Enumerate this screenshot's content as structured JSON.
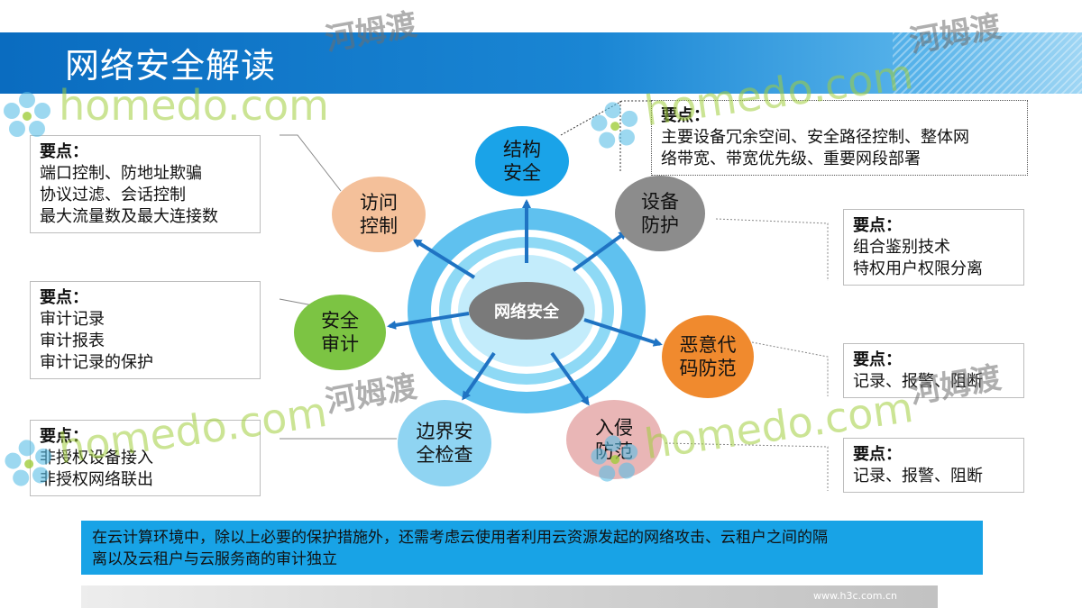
{
  "title": "网络安全解读",
  "center": {
    "label": "网络安全"
  },
  "nodes": {
    "structure": {
      "l1": "结构",
      "l2": "安全",
      "color": "#1aa3e8"
    },
    "device": {
      "l1": "设备",
      "l2": "防护",
      "color": "#8c8c8c"
    },
    "access": {
      "l1": "访问",
      "l2": "控制",
      "color": "#f4c09a"
    },
    "audit": {
      "l1": "安全",
      "l2": "审计",
      "color": "#7cc443"
    },
    "malware": {
      "l1": "恶意代",
      "l2": "码防范",
      "color": "#f08a2e"
    },
    "intrusion": {
      "l1": "入侵",
      "l2": "防范",
      "color": "#e9b6b6"
    },
    "boundary": {
      "l1": "边界安",
      "l2": "全检查",
      "color": "#8fd4f2"
    }
  },
  "notes": {
    "access": {
      "head": "要点：",
      "lines": [
        "端口控制、防地址欺骗",
        "协议过滤、会话控制",
        "最大流量数及最大连接数"
      ]
    },
    "structure": {
      "head": "要点：",
      "lines": [
        "主要设备冗余空间、安全路径控制、整体网",
        "络带宽、带宽优先级、重要网段部署"
      ]
    },
    "device": {
      "head": "要点：",
      "lines": [
        "组合鉴别技术",
        "特权用户权限分离"
      ]
    },
    "audit": {
      "head": "要点：",
      "lines": [
        "审计记录",
        "审计报表",
        "审计记录的保护"
      ]
    },
    "malware": {
      "head": "要点：",
      "lines": [
        "记录、报警、阻断"
      ]
    },
    "boundary": {
      "head": "要点：",
      "lines": [
        "非授权设备接入",
        "非授权网络联出"
      ]
    },
    "intrusion": {
      "head": "要点：",
      "lines": [
        "记录、报警、阻断"
      ]
    }
  },
  "banner": {
    "line1": "在云计算环境中，除以上必要的保护措施外，还需考虑云使用者利用云资源发起的网络攻击、云租户之间的隔",
    "line2": "离以及云租户与云服务商的审计独立"
  },
  "footer": {
    "url": "www.h3c.com.cn"
  },
  "watermark": {
    "brand": "homedo.com",
    "cn": "河姆渡"
  }
}
